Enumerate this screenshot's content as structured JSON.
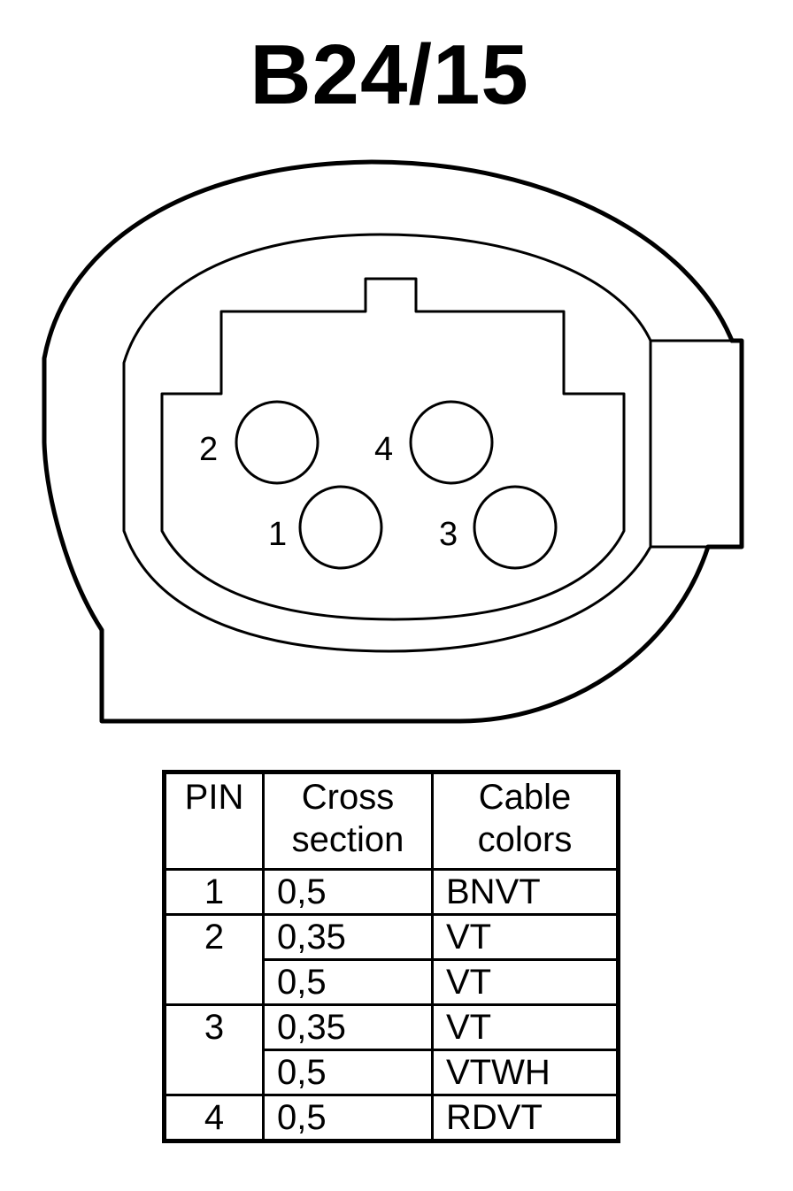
{
  "title": "B24/15",
  "connector": {
    "pins": [
      {
        "label": "2"
      },
      {
        "label": "4"
      },
      {
        "label": "1"
      },
      {
        "label": "3"
      }
    ]
  },
  "table": {
    "headers": {
      "pin": "PIN",
      "cross_section_line1": "Cross",
      "cross_section_line2": "section",
      "cable_colors_line1": "Cable",
      "cable_colors_line2": "colors"
    },
    "rows": [
      {
        "pin": "1",
        "cross_section": "0,5",
        "cable_color": "BNVT"
      },
      {
        "pin": "2",
        "cross_section": "0,35",
        "cable_color": "VT"
      },
      {
        "pin": "",
        "cross_section": "0,5",
        "cable_color": "VT"
      },
      {
        "pin": "3",
        "cross_section": "0,35",
        "cable_color": "VT"
      },
      {
        "pin": "",
        "cross_section": "0,5",
        "cable_color": "VTWH"
      },
      {
        "pin": "4",
        "cross_section": "0,5",
        "cable_color": "RDVT"
      }
    ]
  }
}
